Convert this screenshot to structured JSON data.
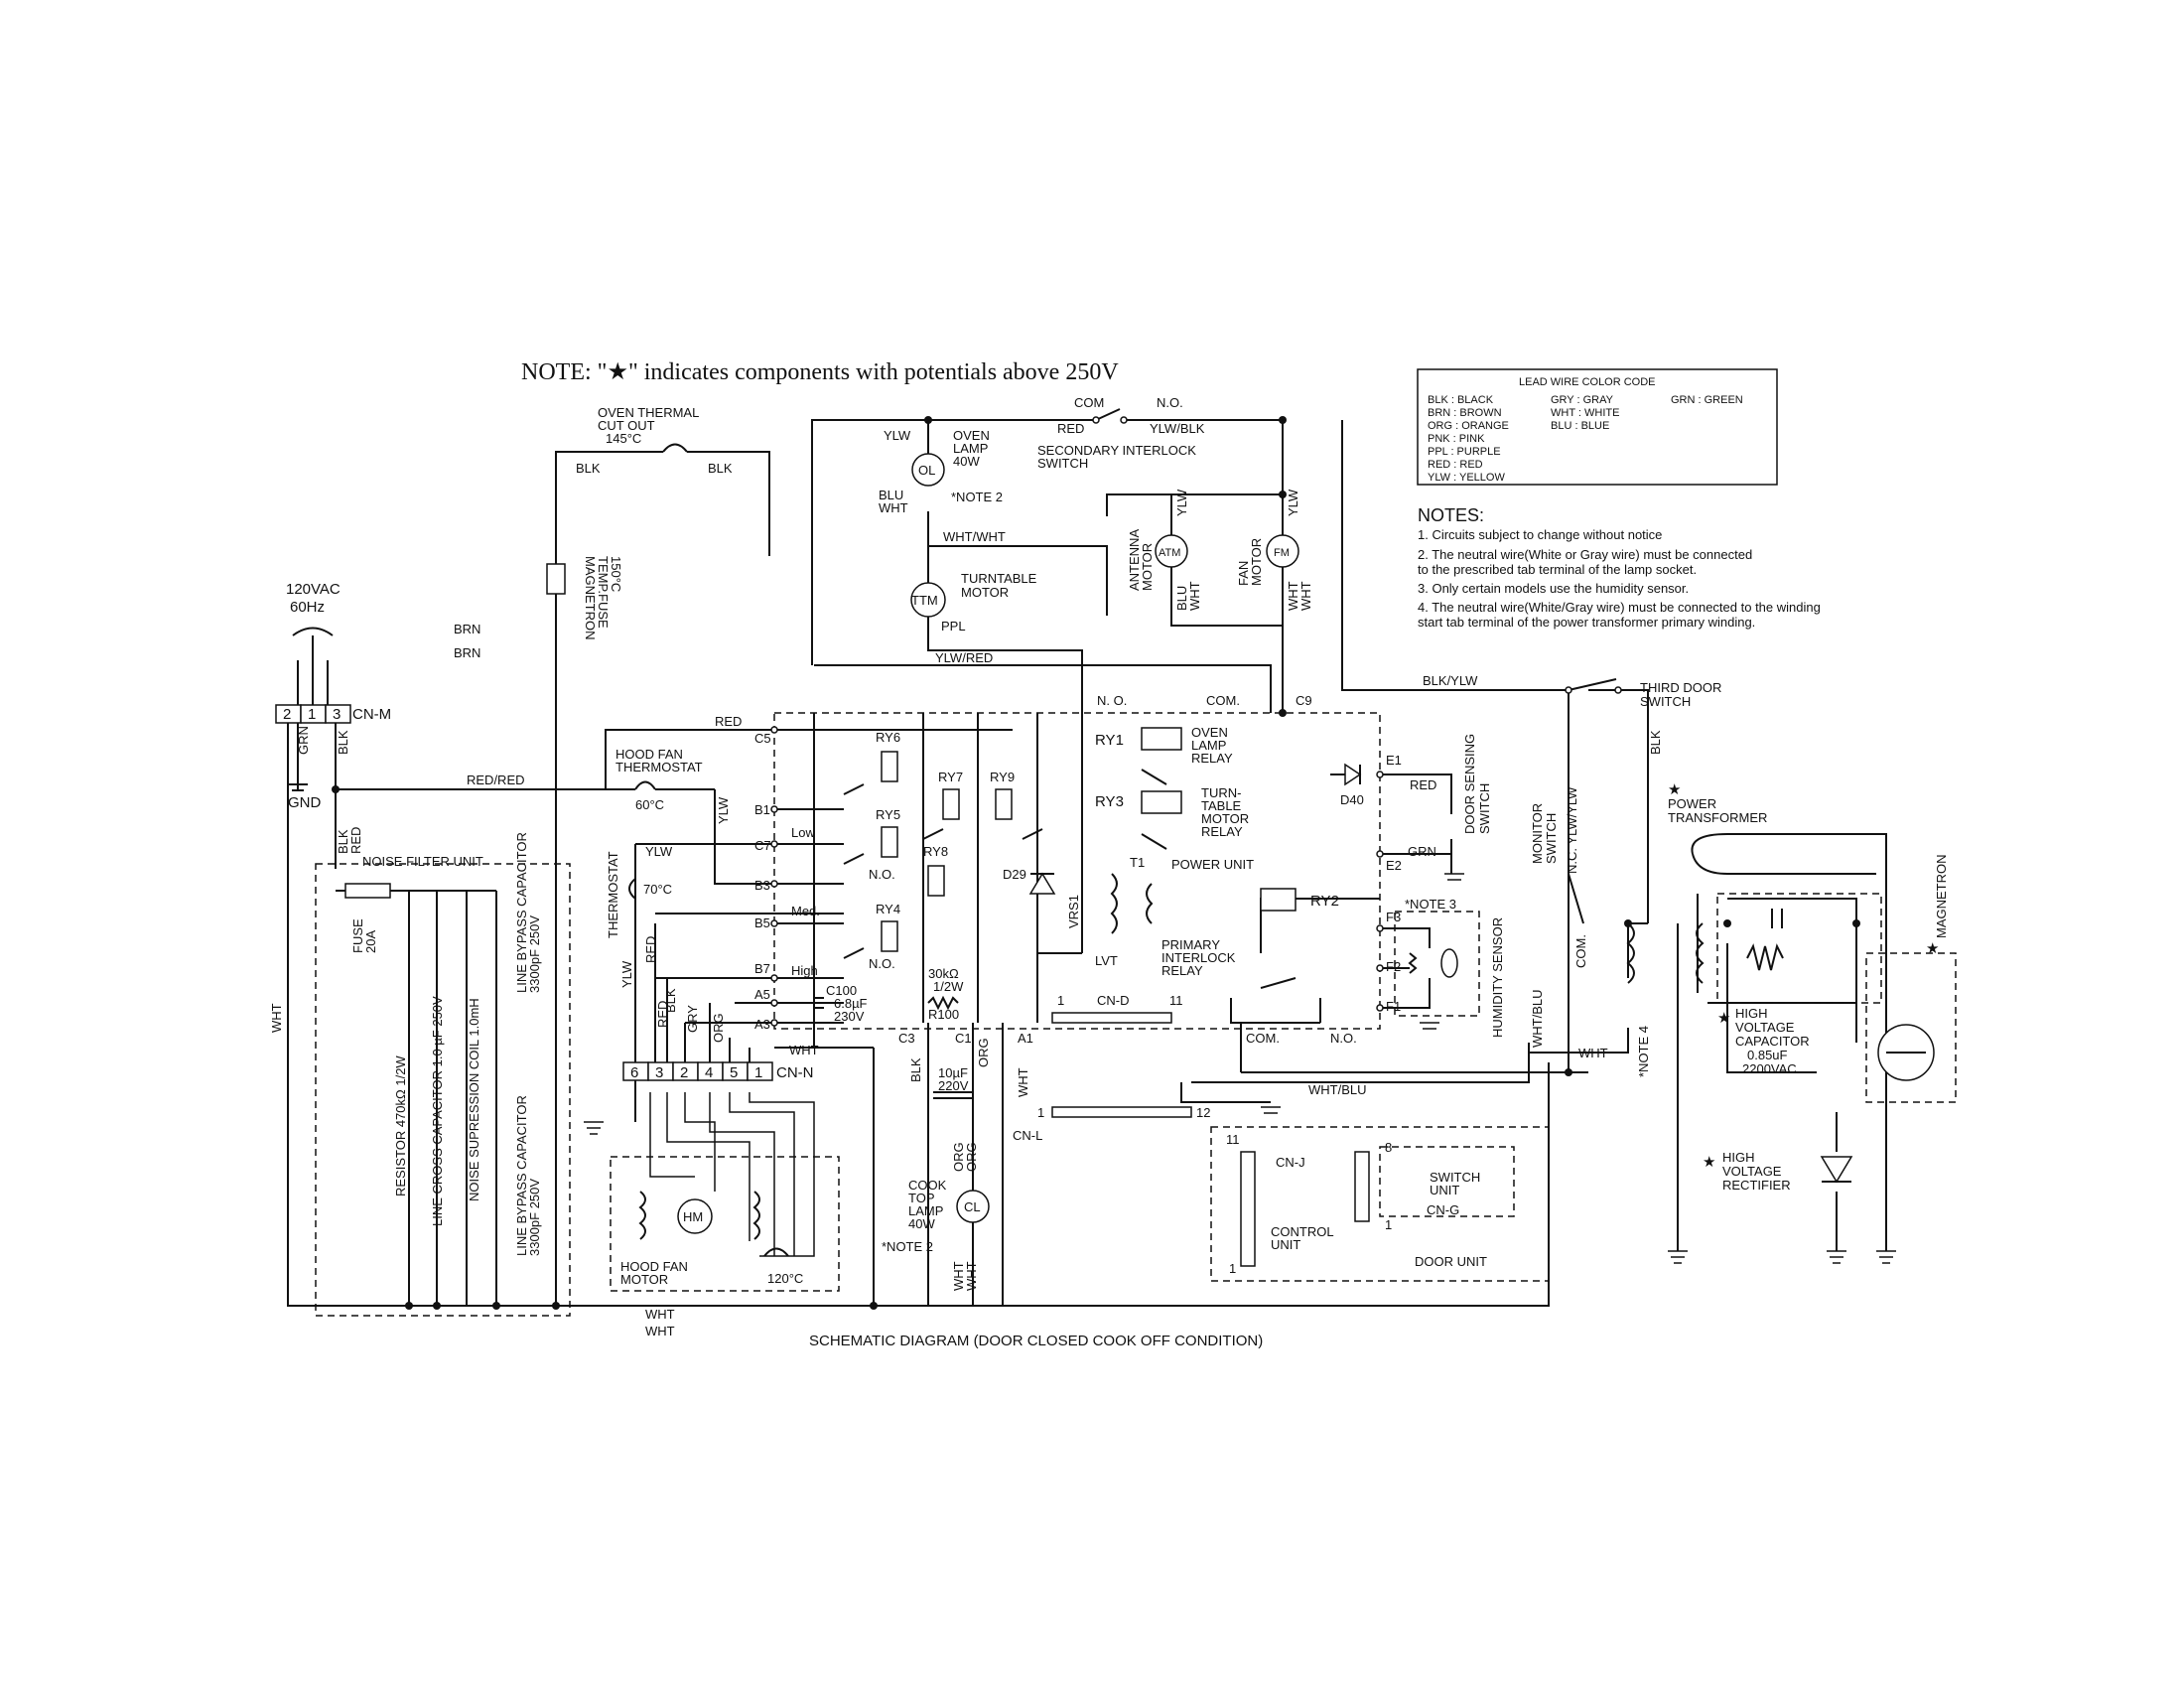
{
  "title_note": "NOTE: \"★\" indicates components with potentials above 250V",
  "caption": "SCHEMATIC DIAGRAM (DOOR CLOSED COOK OFF CONDITION)",
  "legend": {
    "title": "LEAD WIRE COLOR CODE",
    "col1": [
      "BLK : BLACK",
      "BRN : BROWN",
      "ORG : ORANGE",
      "PNK : PINK",
      "PPL : PURPLE",
      "RED : RED",
      "YLW : YELLOW"
    ],
    "col2": [
      "GRY : GRAY",
      "WHT : WHITE",
      "BLU : BLUE"
    ],
    "col3": [
      "GRN : GREEN"
    ]
  },
  "notes": {
    "heading": "NOTES:",
    "items": [
      "1.  Circuits subject to change without notice",
      "2.  The neutral wire(White or Gray wire) must be connected",
      "     to the prescribed tab terminal of the lamp socket.",
      "3.  Only certain models use the humidity sensor.",
      "4.  The neutral wire(White/Gray wire) must be connected to the winding",
      "     start tab terminal of the power transformer primary winding."
    ]
  },
  "power": {
    "line1": "120VAC",
    "line2": "60Hz",
    "connector": "CN-M",
    "pins": [
      "2",
      "1",
      "3"
    ],
    "gnd": "GND",
    "grn": "GRN",
    "blk": "BLK",
    "blk2": "BLK",
    "red": "RED"
  },
  "thermal": {
    "line1": "OVEN THERMAL",
    "line2": "CUT OUT",
    "line3": "145°C",
    "blk_l": "BLK",
    "blk_r": "BLK"
  },
  "mag_fuse": {
    "line1": "MAGNETRON",
    "line2": "TEMP.FUSE",
    "line3": "150°C"
  },
  "brn1": "BRN",
  "brn2": "BRN",
  "oven_lamp": {
    "sym": "OL",
    "ylw": "YLW",
    "line1": "OVEN",
    "line2": "LAMP",
    "line3": "40W",
    "blu": "BLU",
    "wht": "WHT",
    "note": "*NOTE 2"
  },
  "sec_switch": {
    "com": "COM",
    "no": "N.O.",
    "red": "RED",
    "ylwblk": "YLW/BLK",
    "line1": "SECONDARY INTERLOCK",
    "line2": "SWITCH"
  },
  "turntable": {
    "sym": "TTM",
    "whtwht": "WHT/WHT",
    "line1": "TURNTABLE",
    "line2": "MOTOR",
    "ppl": "PPL",
    "ylwred": "YLW/RED"
  },
  "antenna": {
    "sym": "ATM",
    "line1": "ANTENNA",
    "line2": "MOTOR",
    "ylw": "YLW",
    "blu": "BLU",
    "wht": "WHT"
  },
  "fan": {
    "sym": "FM",
    "line1": "FAN",
    "line2": "MOTOR",
    "ylw": "YLW",
    "wht1": "WHT",
    "wht2": "WHT"
  },
  "third_door": {
    "blkylw": "BLK/YLW",
    "line1": "THIRD DOOR",
    "line2": "SWITCH",
    "blk": "BLK"
  },
  "relays": {
    "ry1": "RY1",
    "ry1_l1": "OVEN",
    "ry1_l2": "LAMP",
    "ry1_l3": "RELAY",
    "ry3": "RY3",
    "ry3_l1": "TURN-",
    "ry3_l2": "TABLE",
    "ry3_l3": "MOTOR",
    "ry3_l4": "RELAY",
    "ry6": "RY6",
    "ry7": "RY7",
    "ry9": "RY9",
    "ry5": "RY5",
    "ry8": "RY8",
    "ry4": "RY4",
    "ry2": "RY2",
    "ry2_l1": "PRIMARY",
    "ry2_l2": "INTERLOCK",
    "ry2_l3": "RELAY",
    "no1": "N.O.",
    "no2": "N.O.",
    "no_c": "N. O.",
    "com_c": "COM.",
    "com2": "COM.",
    "no3": "N.O."
  },
  "ports": {
    "c5": "C5",
    "b1": "B1",
    "c7": "C7",
    "b3": "B3",
    "b5": "B5",
    "b7": "B7",
    "a5": "A5",
    "a3": "A3",
    "c3": "C3",
    "c1": "C1",
    "a1": "A1",
    "c9": "C9",
    "e1": "E1",
    "e2": "E2",
    "f3": "F3",
    "f2": "F2",
    "f1": "F1"
  },
  "hood_thermo": {
    "line1": "HOOD FAN",
    "line2": "THERMOSTAT",
    "temp": "60°C",
    "redred": "RED/RED",
    "red": "RED",
    "ylw": "YLW"
  },
  "thermostat": {
    "label": "THERMOSTAT",
    "temp": "70°C",
    "ylw": "YLW",
    "ylw2": "YLW",
    "red": "RED"
  },
  "speeds": {
    "low": "Low",
    "med": "Med.",
    "high": "High"
  },
  "power_unit": "POWER UNIT",
  "d29": "D29",
  "d40": "D40",
  "vrs1": "VRS1",
  "lvt": "LVT",
  "t1": "T1",
  "c100": {
    "name": "C100",
    "val1": "6.8µF",
    "val2": "230V"
  },
  "r100": {
    "val1": "30kΩ",
    "val2": "1/2W",
    "name": "R100"
  },
  "cap10": {
    "val1": "10µF",
    "val2": "220V",
    "blk": "BLK"
  },
  "cnn": {
    "label": "CN-N",
    "pins": [
      "6",
      "3",
      "2",
      "4",
      "5",
      "1"
    ],
    "blk": "BLK",
    "gry": "GRY",
    "org": "ORG",
    "red": "RED",
    "wht": "WHT"
  },
  "hood_motor": {
    "sym": "HM",
    "line1": "HOOD FAN",
    "line2": "MOTOR",
    "temp": "120°C"
  },
  "cook_lamp": {
    "sym": "CL",
    "line1": "COOK",
    "line2": "TOP",
    "line3": "LAMP",
    "line4": "40W",
    "note": "*NOTE 2",
    "org1": "ORG",
    "org2": "ORG",
    "org3": "ORG",
    "wht": "WHT",
    "wht2": "WHT",
    "wht3": "WHT"
  },
  "cnd": {
    "label": "CN-D",
    "n1": "1",
    "n11": "11"
  },
  "cnl": {
    "label": "CN-L",
    "n1": "1",
    "n12": "12",
    "n11": "11"
  },
  "cnj": "CN-J",
  "cng": "CN-G",
  "control_unit": {
    "line1": "CONTROL",
    "line2": "UNIT",
    "n1": "1"
  },
  "switch_unit": {
    "line1": "SWITCH",
    "line2": "UNIT",
    "n8": "8",
    "n1": "1"
  },
  "door_unit": "DOOR UNIT",
  "door_sensing": {
    "line1": "DOOR SENSING",
    "line2": "SWITCH",
    "red": "RED",
    "grn": "GRN"
  },
  "humidity": {
    "label": "HUMIDITY SENSOR",
    "note": "*NOTE 3"
  },
  "monitor": {
    "line1": "MONITOR",
    "line2": "SWITCH",
    "nc": "N.C. YLW/YLW",
    "com": "COM.",
    "whtblu": "WHT/BLU"
  },
  "whtblu2": "WHT/BLU",
  "wht_main": "WHT",
  "wht_bot1": "WHT",
  "wht_bot2": "WHT",
  "wht_right": "WHT",
  "note4": "*NOTE 4",
  "noise_filter": {
    "title": "NOISE FILTER UNIT",
    "fuse": "FUSE",
    "fuse_val": "20A",
    "resistor": "RESISTOR 470kΩ 1/2W",
    "line_cross": "LINE CROSS CAPACITOR 1.0 µF 250V",
    "coil": "NOISE SUPRESSION COIL 1.0mH",
    "bypass1_l1": "LINE BYPASS CAPACITOR",
    "bypass1_l2": "3300pF 250V",
    "bypass2_l1": "LINE BYPASS CAPACITOR",
    "bypass2_l2": "3300pF 250V"
  },
  "transformer": {
    "line1": "POWER",
    "line2": "TRANSFORMER"
  },
  "hv_cap": {
    "line1": "HIGH",
    "line2": "VOLTAGE",
    "line3": "CAPACITOR",
    "line4": "0.85uF",
    "line5": "2200VAC"
  },
  "hv_rect": {
    "line1": "HIGH",
    "line2": "VOLTAGE",
    "line3": "RECTIFIER"
  },
  "magnetron": "MAGNETRON"
}
